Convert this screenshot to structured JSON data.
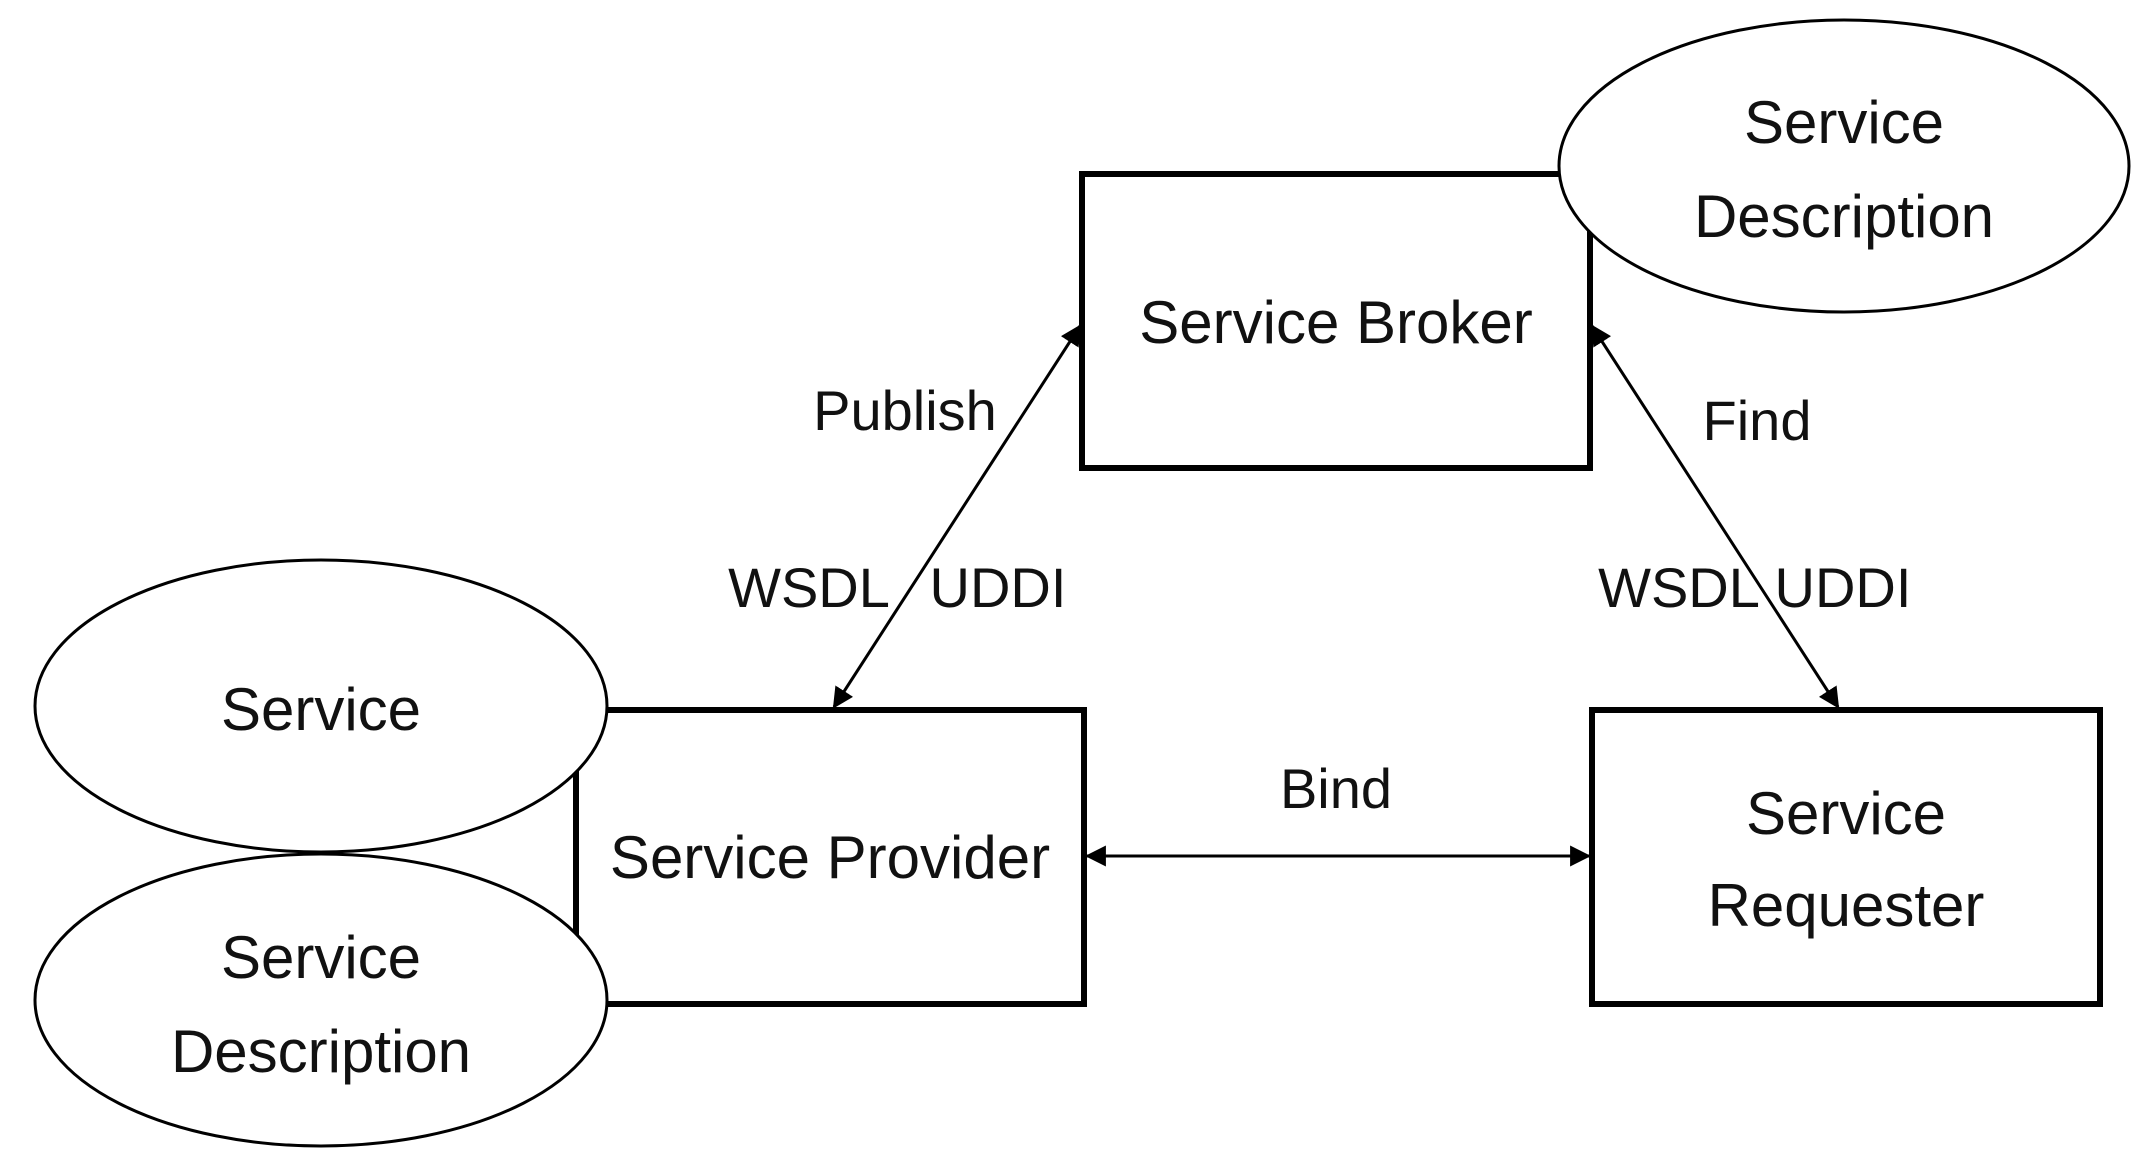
{
  "nodes": {
    "broker": {
      "label": "Service Broker"
    },
    "provider": {
      "label": "Service Provider"
    },
    "requester": {
      "lines": [
        "Service",
        "Requester"
      ]
    },
    "broker_description": {
      "lines": [
        "Service",
        "Description"
      ]
    },
    "provider_service": {
      "label": "Service"
    },
    "provider_description": {
      "lines": [
        "Service",
        "Description"
      ]
    }
  },
  "edges": {
    "publish": {
      "label": "Publish",
      "left_tag": "WSDL",
      "right_tag": "UDDI"
    },
    "find": {
      "label": "Find",
      "left_tag": "WSDL",
      "right_tag": "UDDI"
    },
    "bind": {
      "label": "Bind"
    }
  }
}
